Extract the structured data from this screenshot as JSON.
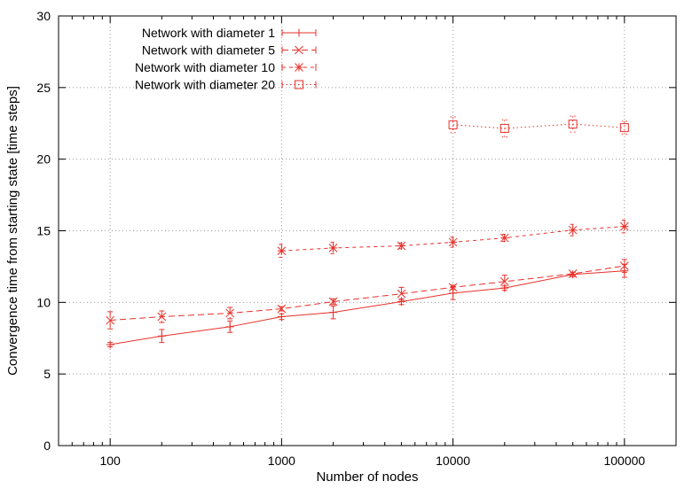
{
  "chart_data": {
    "type": "line",
    "xscale": "log",
    "xlim": [
      50,
      200000
    ],
    "ylim": [
      0,
      30
    ],
    "xlabel": "Number of nodes",
    "ylabel": "Convergence time from starting state [time steps]",
    "xticks": [
      {
        "value": 100,
        "label": "100"
      },
      {
        "value": 1000,
        "label": "1000"
      },
      {
        "value": 10000,
        "label": "10000"
      },
      {
        "value": 100000,
        "label": "100000"
      }
    ],
    "yticks": [
      {
        "value": 0,
        "label": "0"
      },
      {
        "value": 5,
        "label": "5"
      },
      {
        "value": 10,
        "label": "10"
      },
      {
        "value": 15,
        "label": "15"
      },
      {
        "value": 20,
        "label": "20"
      },
      {
        "value": 25,
        "label": "25"
      },
      {
        "value": 30,
        "label": "30"
      }
    ],
    "grid": true,
    "legend_position": "top-left",
    "color": "#e8302a",
    "series": [
      {
        "name": "Network with diameter 1",
        "marker": "plus",
        "dash": "",
        "x": [
          100,
          200,
          500,
          1000,
          2000,
          5000,
          10000,
          20000,
          50000,
          100000
        ],
        "y": [
          7.05,
          7.65,
          8.3,
          9.0,
          9.3,
          10.05,
          10.65,
          11.0,
          11.95,
          12.2
        ],
        "err": [
          0.15,
          0.45,
          0.4,
          0.2,
          0.45,
          0.2,
          0.45,
          0.15,
          0.15,
          0.45
        ]
      },
      {
        "name": "Network with diameter 5",
        "marker": "cross",
        "dash": "7,4",
        "x": [
          100,
          200,
          500,
          1000,
          2000,
          5000,
          10000,
          20000,
          50000,
          100000
        ],
        "y": [
          8.75,
          9.0,
          9.25,
          9.55,
          10.05,
          10.6,
          11.05,
          11.45,
          12.0,
          12.55
        ],
        "err": [
          0.6,
          0.4,
          0.4,
          0.15,
          0.2,
          0.45,
          0.15,
          0.45,
          0.1,
          0.45
        ]
      },
      {
        "name": "Network with diameter 10",
        "marker": "star",
        "dash": "4,4",
        "x": [
          1000,
          2000,
          5000,
          10000,
          20000,
          50000,
          100000
        ],
        "y": [
          13.6,
          13.8,
          13.95,
          14.2,
          14.5,
          15.05,
          15.3
        ],
        "err": [
          0.45,
          0.4,
          0.2,
          0.35,
          0.25,
          0.4,
          0.45
        ]
      },
      {
        "name": "Network with diameter 20",
        "marker": "square",
        "dash": "1.5,3",
        "x": [
          10000,
          20000,
          50000,
          100000
        ],
        "y": [
          22.4,
          22.15,
          22.45,
          22.2
        ],
        "err": [
          0.55,
          0.6,
          0.55,
          0.45
        ]
      }
    ]
  }
}
